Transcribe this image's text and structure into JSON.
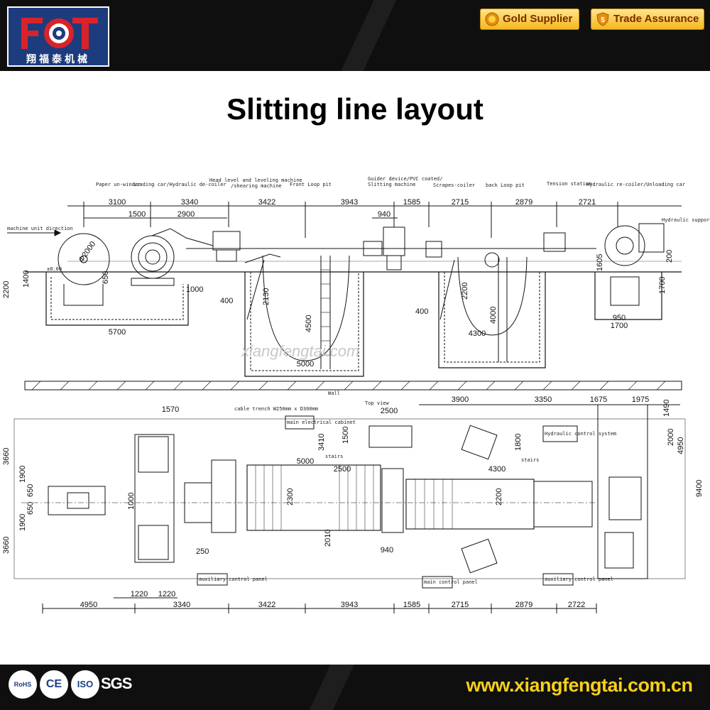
{
  "header": {
    "logo_chinese": "翔福泰机械",
    "gold_supplier": "Gold Supplier",
    "trade_assurance": "Trade Assurance"
  },
  "title": "Slitting line layout",
  "watermark": "xiangfengtai.com",
  "side_view": {
    "section_labels": [
      "Paper un-winder",
      "Loading car/Hydraulic de-coiler",
      "Head level and leveling machine",
      "/shearing machine",
      "Front Loop pit",
      "Guider device/PVC coated/",
      "Slitting machine",
      "Scrapes-coiler",
      "back Loop pit",
      "Tension station",
      "Hydraulic re-coiler/Unloading car"
    ],
    "top_dims": [
      "3100",
      "3340",
      "3422",
      "3943",
      "1585",
      "2715",
      "2879",
      "2721"
    ],
    "sub_dims": [
      "1500",
      "2900",
      "940"
    ],
    "direction_label": "machine unit direction",
    "support_label": "Hydraulic support",
    "level_label": "±0.00",
    "coil_label": "Ф2000",
    "dims": {
      "d2200_left": "2200",
      "d1400": "1400",
      "d650": "650",
      "d1000": "1000",
      "d5700": "5700",
      "d400_a": "400",
      "d2130": "2130",
      "d4500": "4500",
      "d5000": "5000",
      "d400_b": "400",
      "d2200_mid": "2200",
      "d4000": "4000",
      "d4300": "4300",
      "d1605": "1605",
      "d200": "200",
      "d1700_v": "1700",
      "d950": "950",
      "d1700_h": "1700"
    },
    "wall_label": "Wall"
  },
  "top_view": {
    "label": "Top view",
    "cable_label": "cable trench W250mm x D300mm",
    "cabinet_label": "main electrical cabinet",
    "hydraulic_label": "Hydraulic control system",
    "stairs_a": "stairs",
    "stairs_b": "stairs",
    "panel_left": "auxiliary control panel",
    "panel_mid": "main control panel",
    "panel_right": "auxiliary control panel",
    "dims": {
      "d1570": "1570",
      "d3660_top": "3660",
      "d1900_top": "1900",
      "d650_a": "650",
      "d650_b": "650",
      "d1900_bot": "1900",
      "d3660_bot": "3660",
      "d1000": "1000",
      "d250": "250",
      "d3410": "3410",
      "d1500": "1500",
      "d5000": "5000",
      "d2500_a": "2500",
      "d2500_b": "2500",
      "d2010": "2010",
      "d2300": "2300",
      "d940": "940",
      "d4300": "4300",
      "d1800": "1800",
      "d2200": "2200",
      "d3900": "3900",
      "d3350": "3350",
      "d1675": "1675",
      "d1975": "1975",
      "d1490": "1490",
      "d2000": "2000",
      "d4950_v": "4950",
      "d9400": "9400",
      "d1220_a": "1220",
      "d1220_b": "1220"
    },
    "bottom_dims": [
      "4950",
      "3340",
      "3422",
      "3943",
      "1585",
      "2715",
      "2879",
      "2722"
    ]
  },
  "footer": {
    "cert_rohs": "RoHS",
    "cert_ce": "CE",
    "cert_iso": "ISO",
    "cert_sgs": "SGS",
    "website": "www.xiangfengtai.com.cn"
  }
}
